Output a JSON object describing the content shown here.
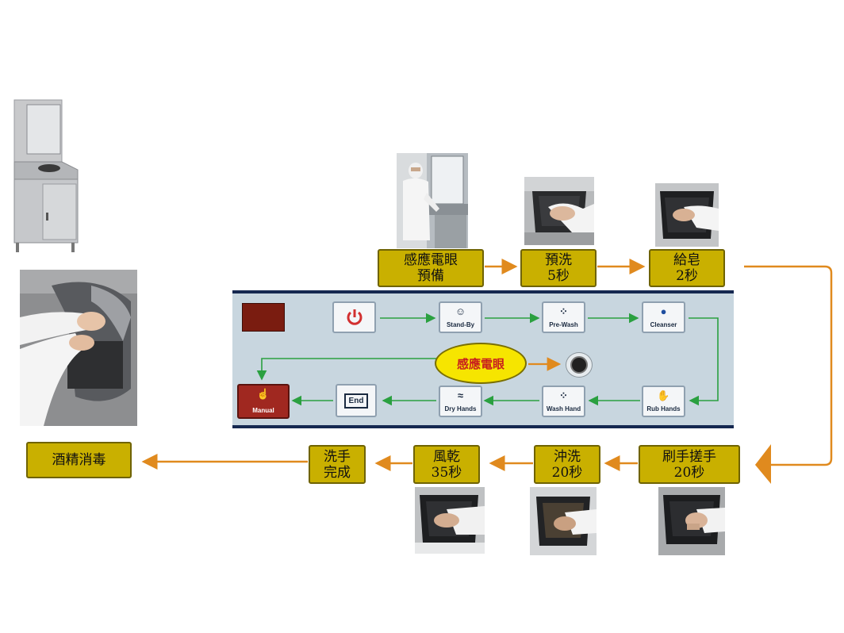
{
  "steps": {
    "sense": {
      "line1": "感應電眼",
      "line2": "預備"
    },
    "prewash": {
      "line1": "預洗",
      "line2": "5秒"
    },
    "soap": {
      "line1": "給皂",
      "line2": "2秒"
    },
    "scrub": {
      "line1": "刷手搓手",
      "line2": "20秒"
    },
    "rinse": {
      "line1": "沖洗",
      "line2": "20秒"
    },
    "dry": {
      "line1": "風乾",
      "line2": "35秒"
    },
    "done": {
      "line1": "洗手",
      "line2": "完成"
    },
    "alcohol": {
      "line1": "酒精消毒"
    }
  },
  "panel": {
    "sensor_label": "感應電眼",
    "buttons": {
      "standby": "Stand-By",
      "prewash": "Pre-Wash",
      "cleanser": "Cleanser",
      "rub": "Rub Hands",
      "wash": "Wash Hand",
      "dryhands": "Dry Hands",
      "end": "End",
      "manual": "Manual"
    }
  },
  "colors": {
    "step_fill": "#c9b000",
    "flow_arrow": "#e08a1e",
    "panel_arrow": "#2aa040",
    "power_red": "#d23030"
  }
}
